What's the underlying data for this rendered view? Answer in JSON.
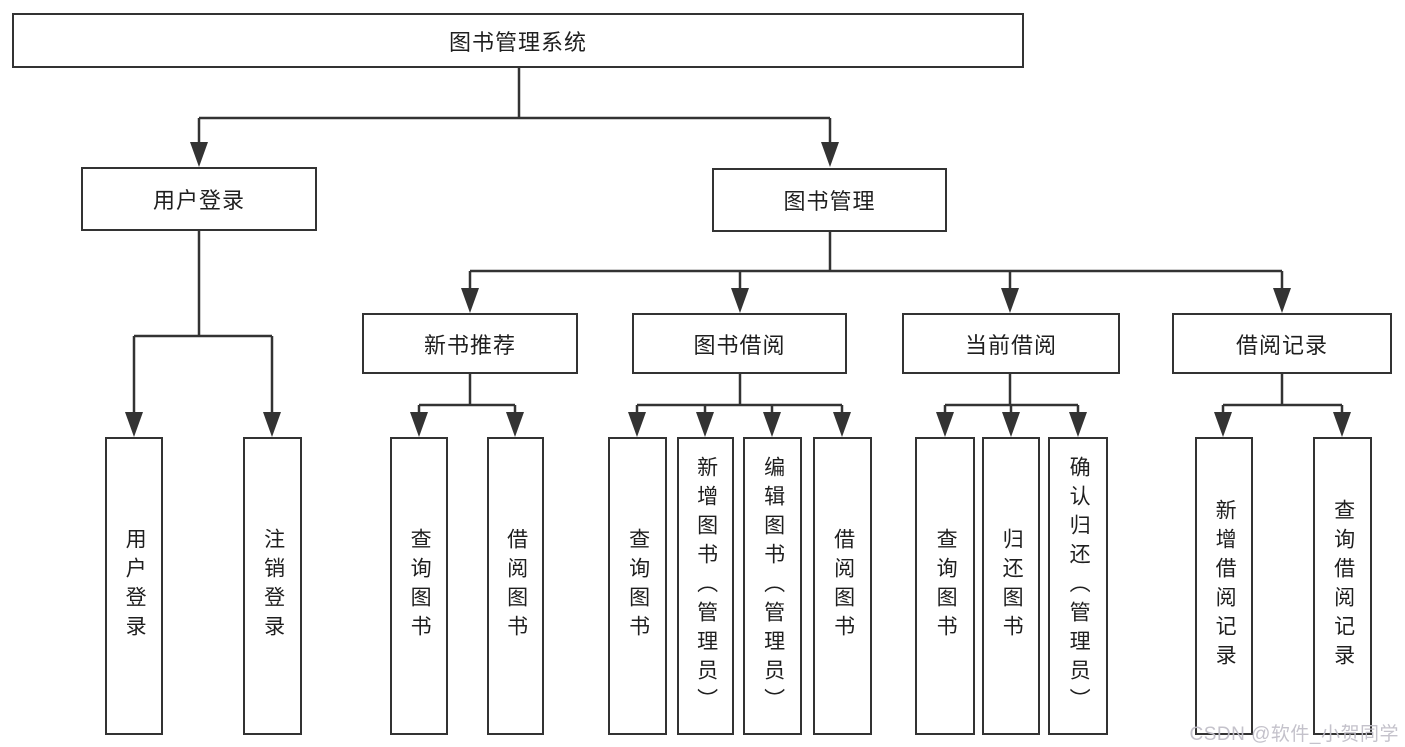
{
  "diagram": {
    "root": {
      "label": "图书管理系统"
    },
    "level1": [
      {
        "label": "用户登录"
      },
      {
        "label": "图书管理"
      }
    ],
    "level2": [
      {
        "label": "新书推荐"
      },
      {
        "label": "图书借阅"
      },
      {
        "label": "当前借阅"
      },
      {
        "label": "借阅记录"
      }
    ],
    "leaves": [
      {
        "label": "用户登录"
      },
      {
        "label": "注销登录"
      },
      {
        "label": "查询图书"
      },
      {
        "label": "借阅图书"
      },
      {
        "label": "查询图书"
      },
      {
        "label": "新增图书（管理员）"
      },
      {
        "label": "编辑图书（管理员）"
      },
      {
        "label": "借阅图书"
      },
      {
        "label": "查询图书"
      },
      {
        "label": "归还图书"
      },
      {
        "label": "确认归还（管理员）"
      },
      {
        "label": "新增借阅记录"
      },
      {
        "label": "查询借阅记录"
      }
    ]
  },
  "watermark": {
    "text": "CSDN @软件_小贺同学"
  },
  "colors": {
    "line": "#333333",
    "box_border": "#333333",
    "text": "#1f1f1f",
    "watermark": "#c1bfc8",
    "background": "#ffffff"
  }
}
